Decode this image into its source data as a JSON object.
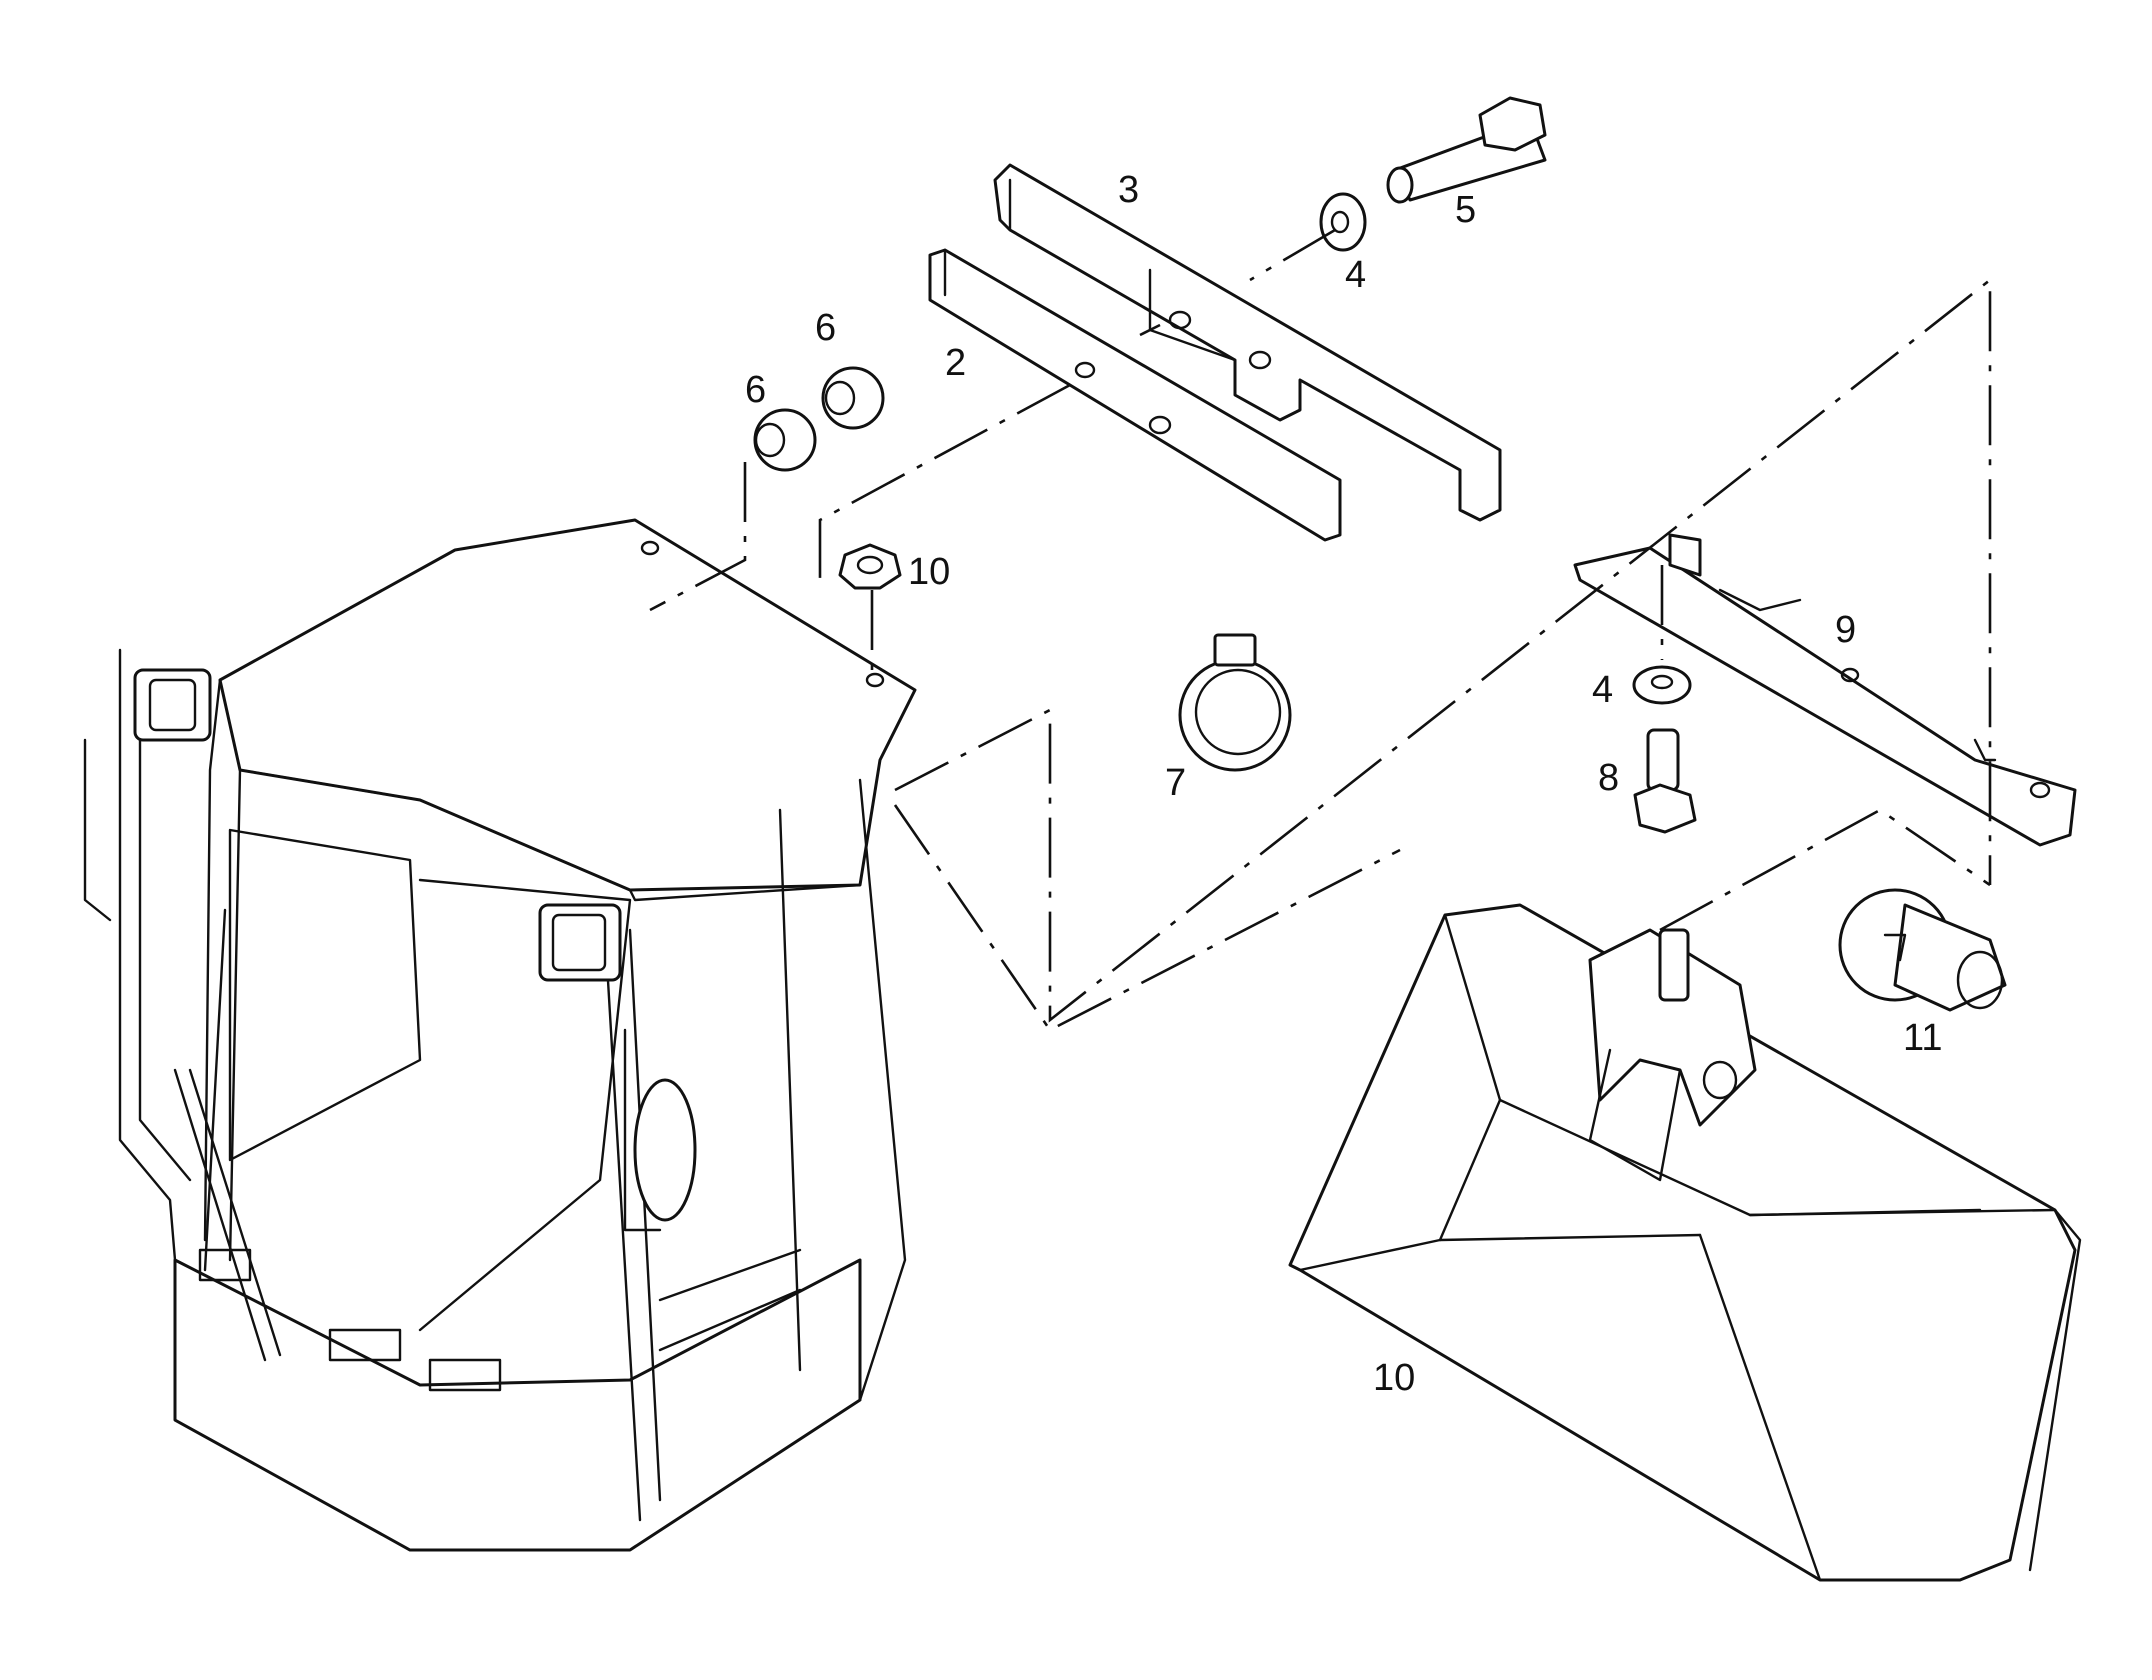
{
  "callouts": {
    "c2": "2",
    "c3": "3",
    "c4a": "4",
    "c4b": "4",
    "c5": "5",
    "c6a": "6",
    "c6b": "6",
    "c7": "7",
    "c8": "8",
    "c9": "9",
    "c10a": "10",
    "c10b": "10",
    "c11": "11"
  },
  "colors": {
    "ink": "#111111",
    "paper": "#ffffff"
  }
}
